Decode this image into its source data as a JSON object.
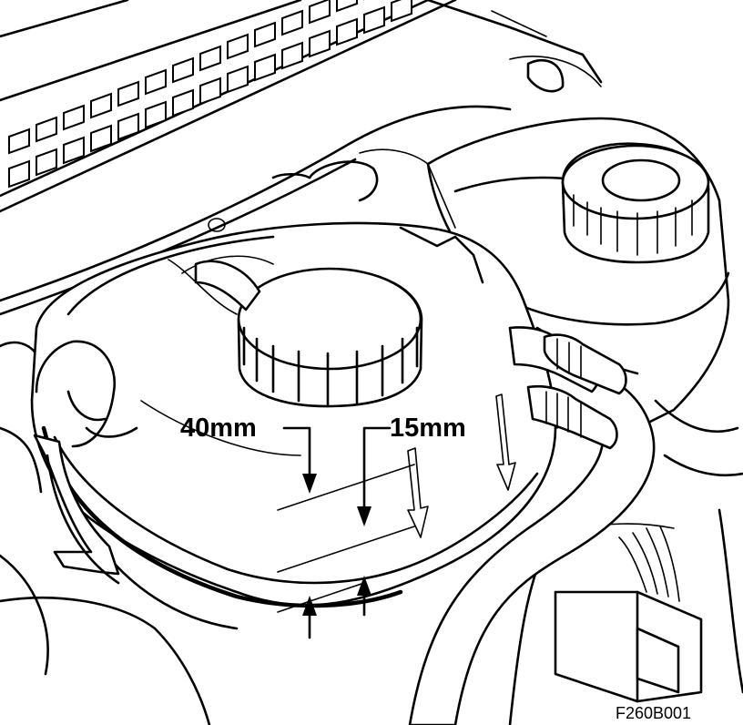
{
  "labels": {
    "upper_level": "40mm",
    "lower_level": "15mm",
    "figure_code": "F260B001"
  },
  "colors": {
    "ink": "#000000",
    "paper": "#ffffff"
  }
}
